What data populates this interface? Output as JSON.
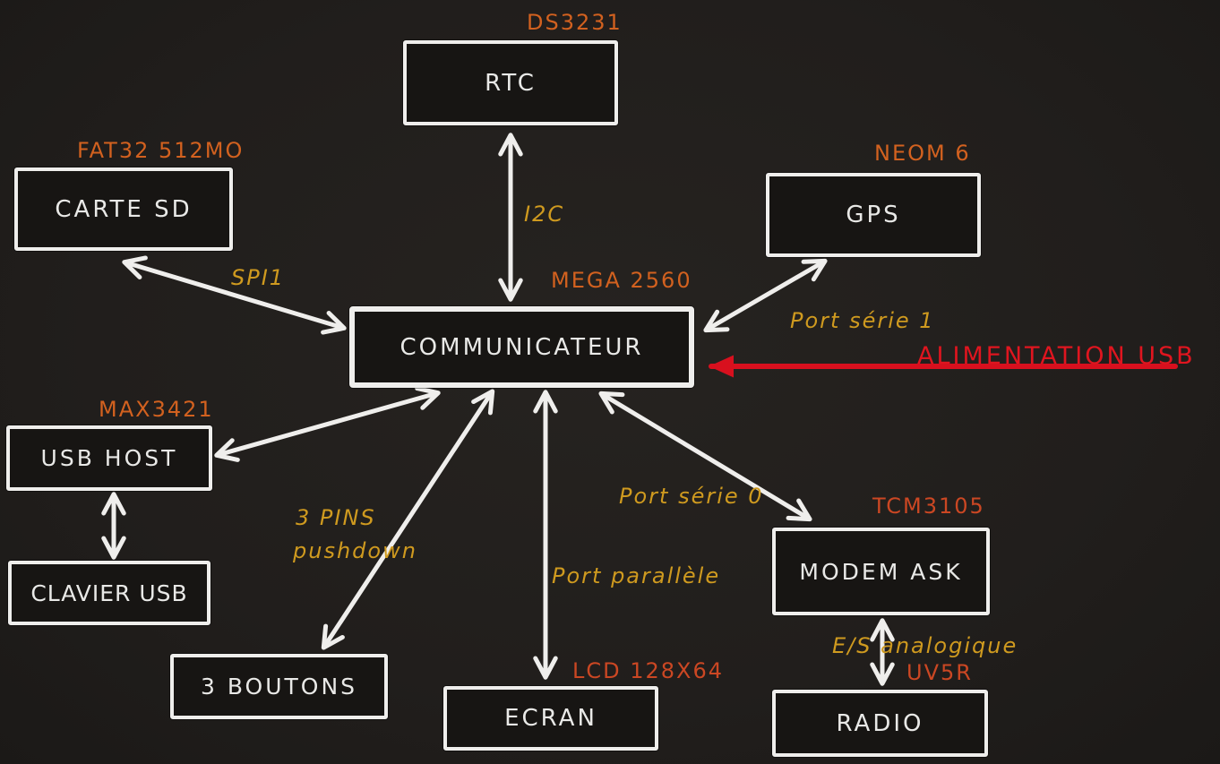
{
  "diagram": {
    "title_implicit": "Communicateur - schéma matériel",
    "colors": {
      "background": "#211e1c",
      "box_border": "#efeeec",
      "box_fill": "#171513",
      "box_text": "#e9e9e7",
      "chip_label_orange": "#d2611f",
      "chip_label_red_orange": "#cb4723",
      "bus_label_yellow": "#cf9a1f",
      "power_red": "#e0151f",
      "arrow_white": "#efeeec"
    }
  },
  "nodes": {
    "rtc": {
      "label": "RTC",
      "chip": "DS3231"
    },
    "carte_sd": {
      "label": "CARTE SD",
      "chip": "FAT32 512MO"
    },
    "gps": {
      "label": "GPS",
      "chip": "NEOM 6"
    },
    "communicateur": {
      "label": "COMMUNICATEUR",
      "chip": "MEGA 2560"
    },
    "usb_host": {
      "label": "USB HOST",
      "chip": "MAX3421"
    },
    "clavier_usb": {
      "label": "CLAVIER USB"
    },
    "boutons": {
      "label": "3 BOUTONS"
    },
    "ecran": {
      "label": "ECRAN",
      "chip": "LCD 128X64"
    },
    "modem_ask": {
      "label": "MODEM ASK",
      "chip": "TCM3105"
    },
    "radio": {
      "label": "RADIO",
      "chip": "UV5R"
    }
  },
  "edges": {
    "rtc_comm": {
      "label": "I2C"
    },
    "sd_comm": {
      "label": "SPI1"
    },
    "gps_comm": {
      "label": "Port série 1"
    },
    "modem_comm": {
      "label": "Port série 0"
    },
    "ecran_comm": {
      "label": "Port parallèle"
    },
    "boutons_comm": {
      "label_line1": "3 PINS",
      "label_line2": "pushdown"
    },
    "modem_radio": {
      "label": "E/S analogique"
    },
    "power": {
      "label": "ALIMENTATION USB"
    }
  }
}
